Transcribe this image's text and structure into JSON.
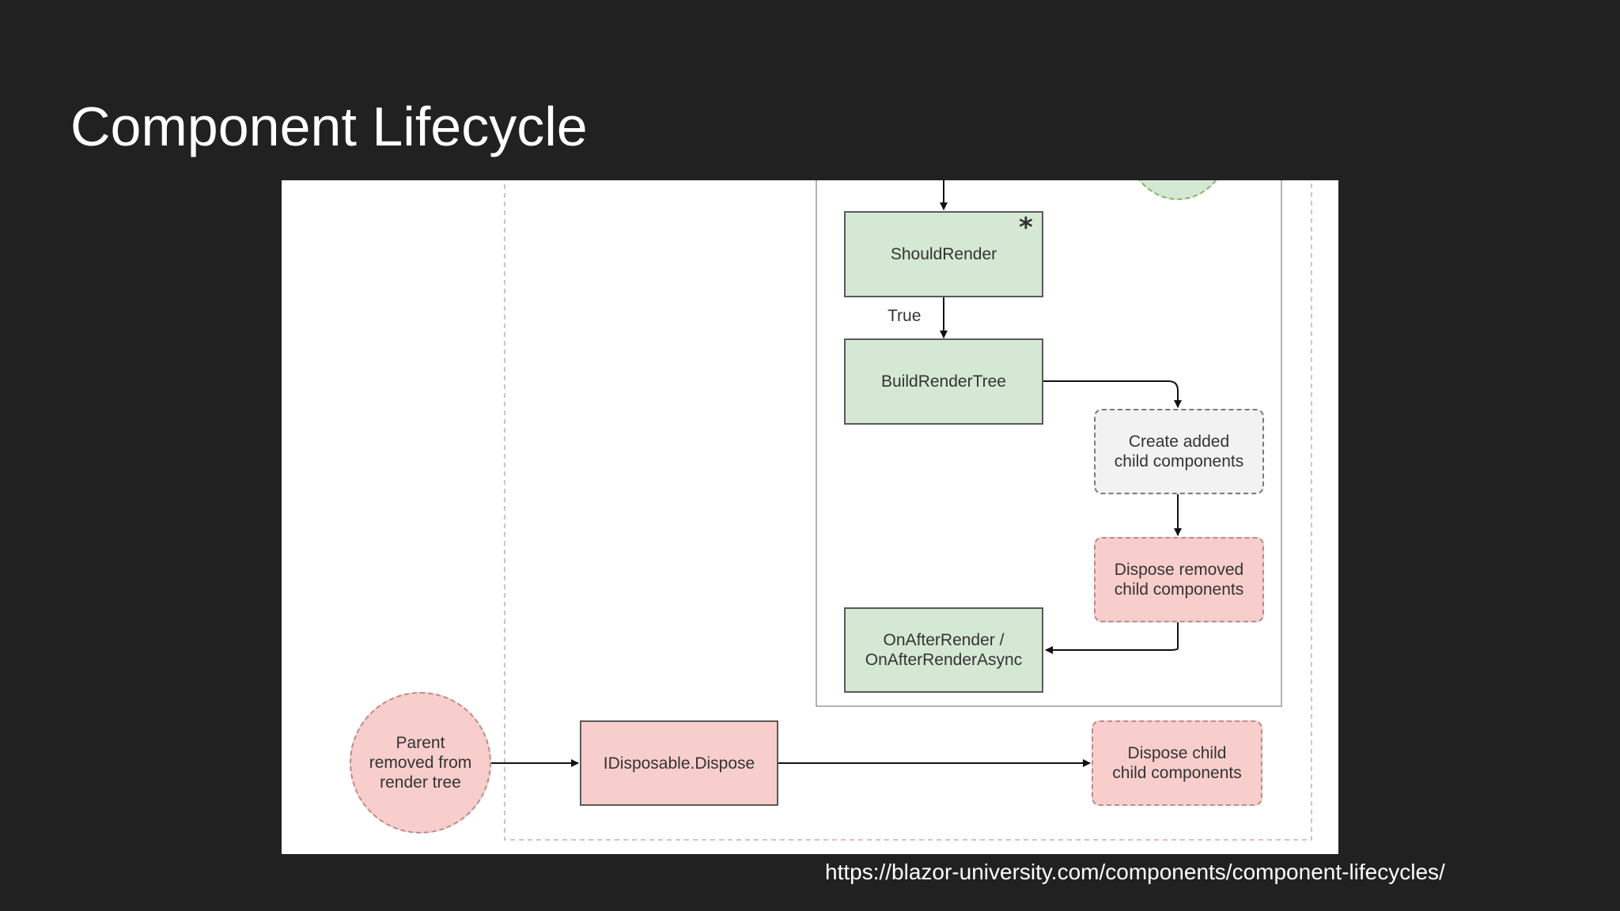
{
  "slide": {
    "title": "Component Lifecycle",
    "source_url": "https://blazor-university.com/components/component-lifecycles/"
  },
  "diagram": {
    "nodes": {
      "should_render": "ShouldRender",
      "should_render_marker": "*",
      "build_render_tree": "BuildRenderTree",
      "create_added_children": "Create added\nchild components",
      "dispose_removed_children": "Dispose removed\nchild components",
      "on_after_render": "OnAfterRender /\nOnAfterRenderAsync",
      "parent_removed": "Parent\nremoved from\nrender tree",
      "idisposable_dispose": "IDisposable.Dispose",
      "dispose_child_components": "Dispose child\nchild components"
    },
    "edge_labels": {
      "should_render_true": "True"
    },
    "colors": {
      "lifecycle_green": "#d5e8d4",
      "dispose_pink": "#f8cecc",
      "create_gray": "#f2f2f2",
      "background": "#212121"
    }
  }
}
